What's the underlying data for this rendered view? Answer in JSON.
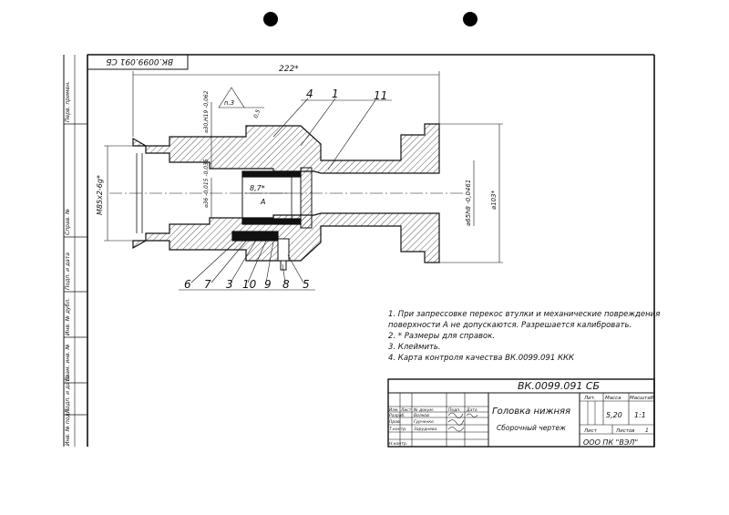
{
  "stamp_rotated": "ВК.0099.091 СБ",
  "dimensions": {
    "overall_length": "222*",
    "thread": "М85х2-6g*",
    "bore_d30": "⌀30,H19 -0,062",
    "bore_d36": "⌀36 -0,015 -0,035",
    "width_87": "8,7*",
    "outer_d65": "⌀65h8 -0,0461",
    "outer_d103": "⌀103*",
    "surface_a": "А",
    "weld_n3": "n.3",
    "gap_mark": "0,5"
  },
  "callouts": {
    "top": [
      "4",
      "1",
      "11"
    ],
    "bottom": [
      "6",
      "7",
      "3",
      "10",
      "9",
      "8",
      "5"
    ]
  },
  "notes": [
    "1. При запрессовке перекос втулки и механические повреждения",
    "поверхности А не допускаются. Разрешается калибровать.",
    "2.  * Размеры для справок.",
    "3. Клеймить.",
    "4. Карта контроля качества ВК.0099.091 ККК"
  ],
  "title_block": {
    "doc_code": "ВК.0099.091 СБ",
    "name": "Головка нижняя",
    "doc_type": "Сборочный чертеж",
    "lit_label": "Лит.",
    "mass_label": "Масса",
    "scale_label": "Масштаб",
    "mass": "5,20",
    "scale": "1:1",
    "sheet_label": "Лист",
    "sheets_label": "Листов",
    "sheets": "1",
    "org": "ООО ПК \"ВЭЛ\"",
    "rows": [
      {
        "role": "Изм.",
        "c2": "Лист",
        "c3": "№ докум.",
        "c4": "Подп.",
        "c5": "Дата"
      },
      {
        "role": "Разраб.",
        "c2": "Волков",
        "c3": "",
        "c4": "",
        "c5": ""
      },
      {
        "role": "Пров.",
        "c2": "Гурченко",
        "c3": "",
        "c4": "",
        "c5": ""
      },
      {
        "role": "Т.контр.",
        "c2": "Заруднева",
        "c3": "",
        "c4": "",
        "c5": ""
      },
      {
        "role": "Н.контр.",
        "c2": "",
        "c3": "",
        "c4": "",
        "c5": ""
      }
    ]
  },
  "side_labels": [
    "Перв. примен.",
    "Справ. №",
    "Подп. и дата",
    "Инв. № дубл.",
    "Взам. инв. №",
    "Подп. и дата",
    "Инв. № подл."
  ]
}
